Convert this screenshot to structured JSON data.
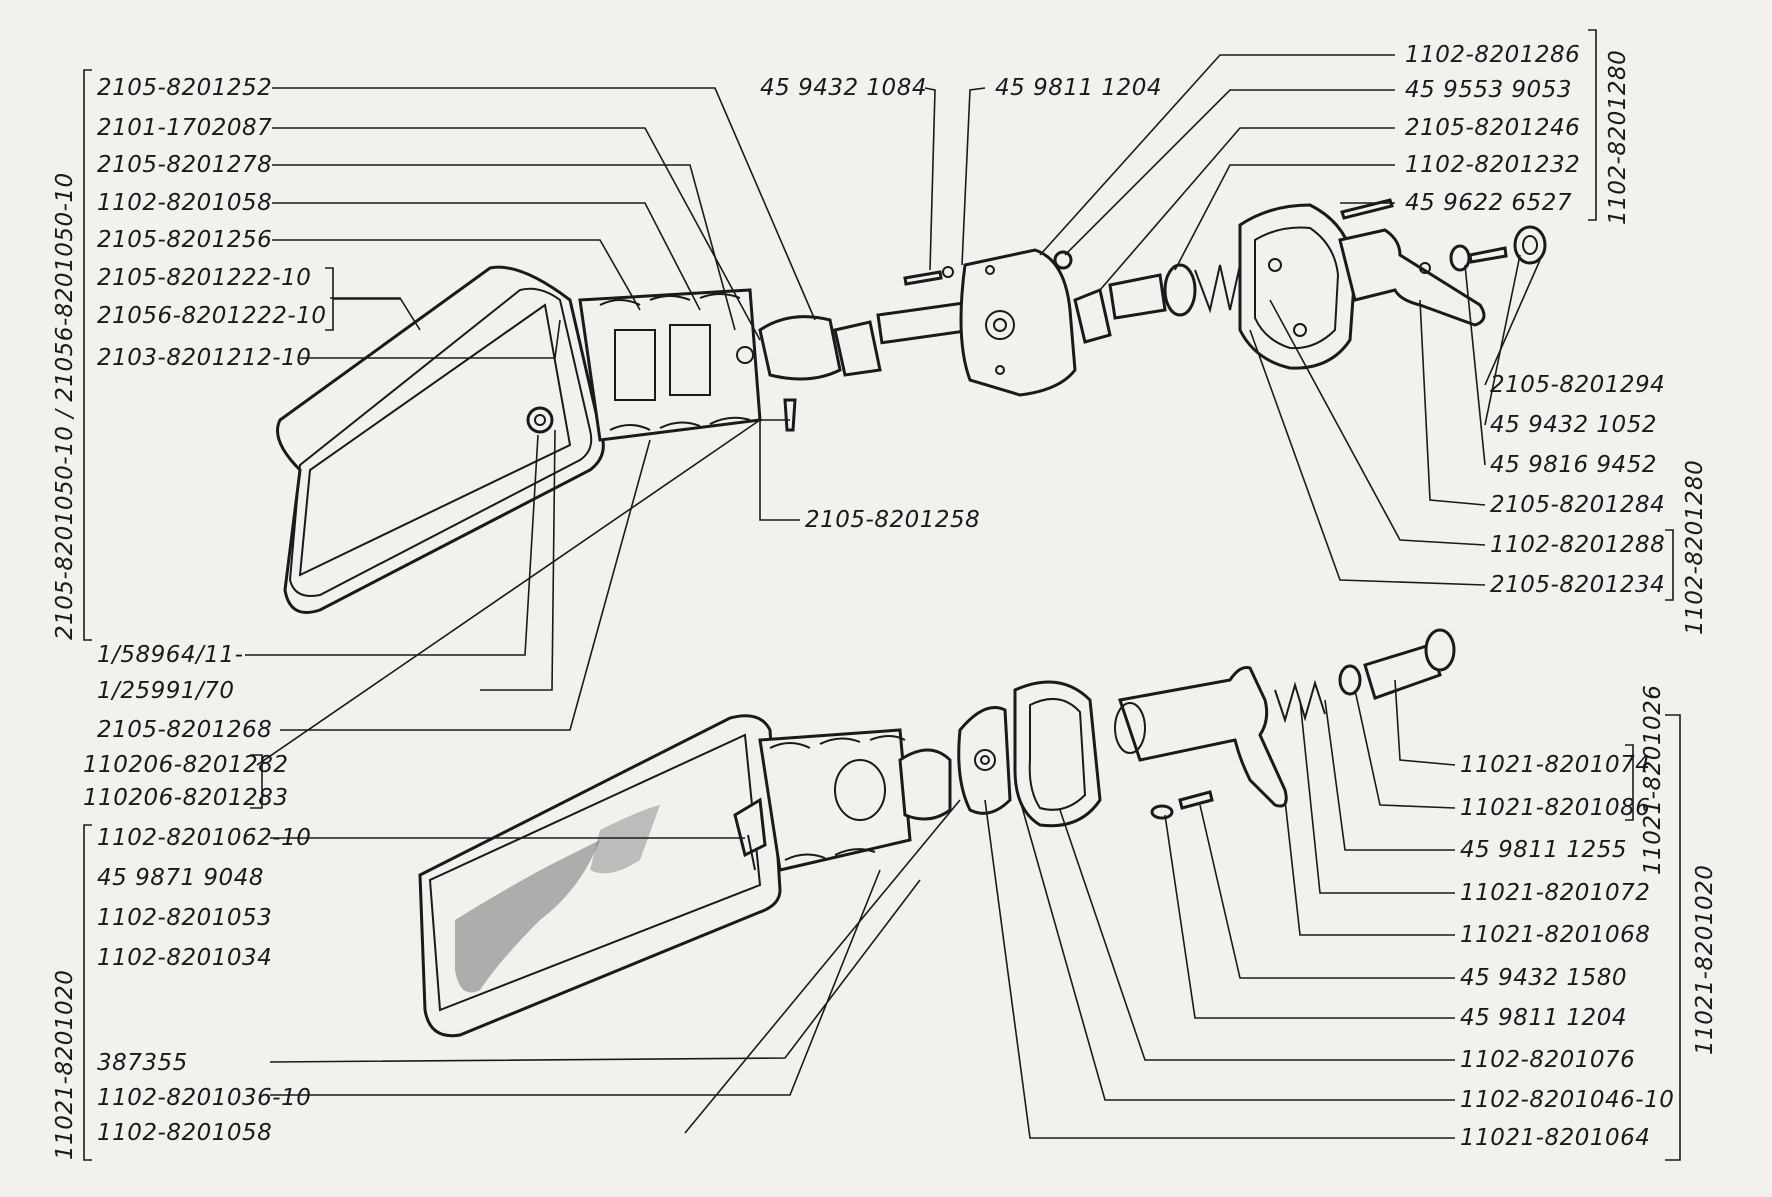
{
  "labels": {
    "top_left": [
      "2105-8201252",
      "2101-1702087",
      "2105-8201278",
      "1102-8201058",
      "2105-8201256",
      "2105-8201222-10",
      "21056-8201222-10",
      "2103-8201212-10"
    ],
    "top_mid": [
      "45 9432 1084",
      "45 9811 1204"
    ],
    "top_right": [
      "1102-8201286",
      "45 9553 9053",
      "2105-8201246",
      "1102-8201232",
      "45 9622 6527"
    ],
    "mid_right": [
      "2105-8201294",
      "45 9432 1052",
      "45 9816 9452",
      "2105-8201284",
      "1102-8201288",
      "2105-8201234"
    ],
    "mid_center": "2105-8201258",
    "mid_left": [
      "1/58964/11-",
      "1/25991/70",
      "2105-8201268",
      "110206-8201282",
      "110206-8201283"
    ],
    "bottom_left": [
      "1102-8201062-10",
      "45 9871 9048",
      "1102-8201053",
      "1102-8201034",
      "387355",
      "1102-8201036-10",
      "1102-8201058"
    ],
    "bottom_right": [
      "11021-8201074",
      "11021-8201086",
      "45 9811 1255",
      "11021-8201072",
      "11021-8201068",
      "45 9432 1580",
      "45 9811 1204",
      "1102-8201076",
      "1102-8201046-10",
      "11021-8201064"
    ]
  },
  "vertical_labels": {
    "left_top": "2105-8201050-10 / 21056-8201050-10",
    "left_bottom": "11021-8201020",
    "right_top": "1102-8201280",
    "right_mid": "1102-8201280",
    "right_lower_a": "11021-8201026",
    "right_lower_b": "11021-8201020"
  }
}
